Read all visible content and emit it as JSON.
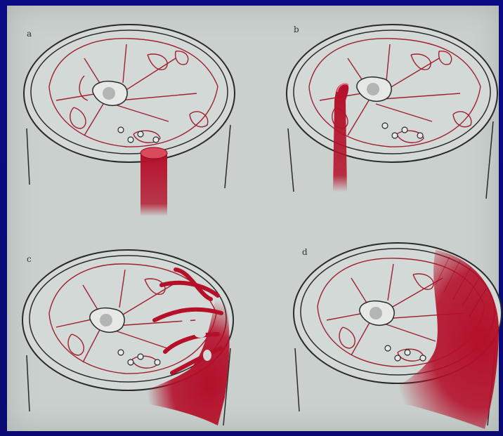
{
  "panels": [
    {
      "label": "a"
    },
    {
      "label": "b"
    },
    {
      "label": "c"
    },
    {
      "label": "d"
    }
  ],
  "colors": {
    "background_frame": "#0a0a7a",
    "paper": "#c9d0cd",
    "outline": "#2a2a2a",
    "vessel_lines": "#a02030",
    "hematoma": "#b4102a"
  }
}
